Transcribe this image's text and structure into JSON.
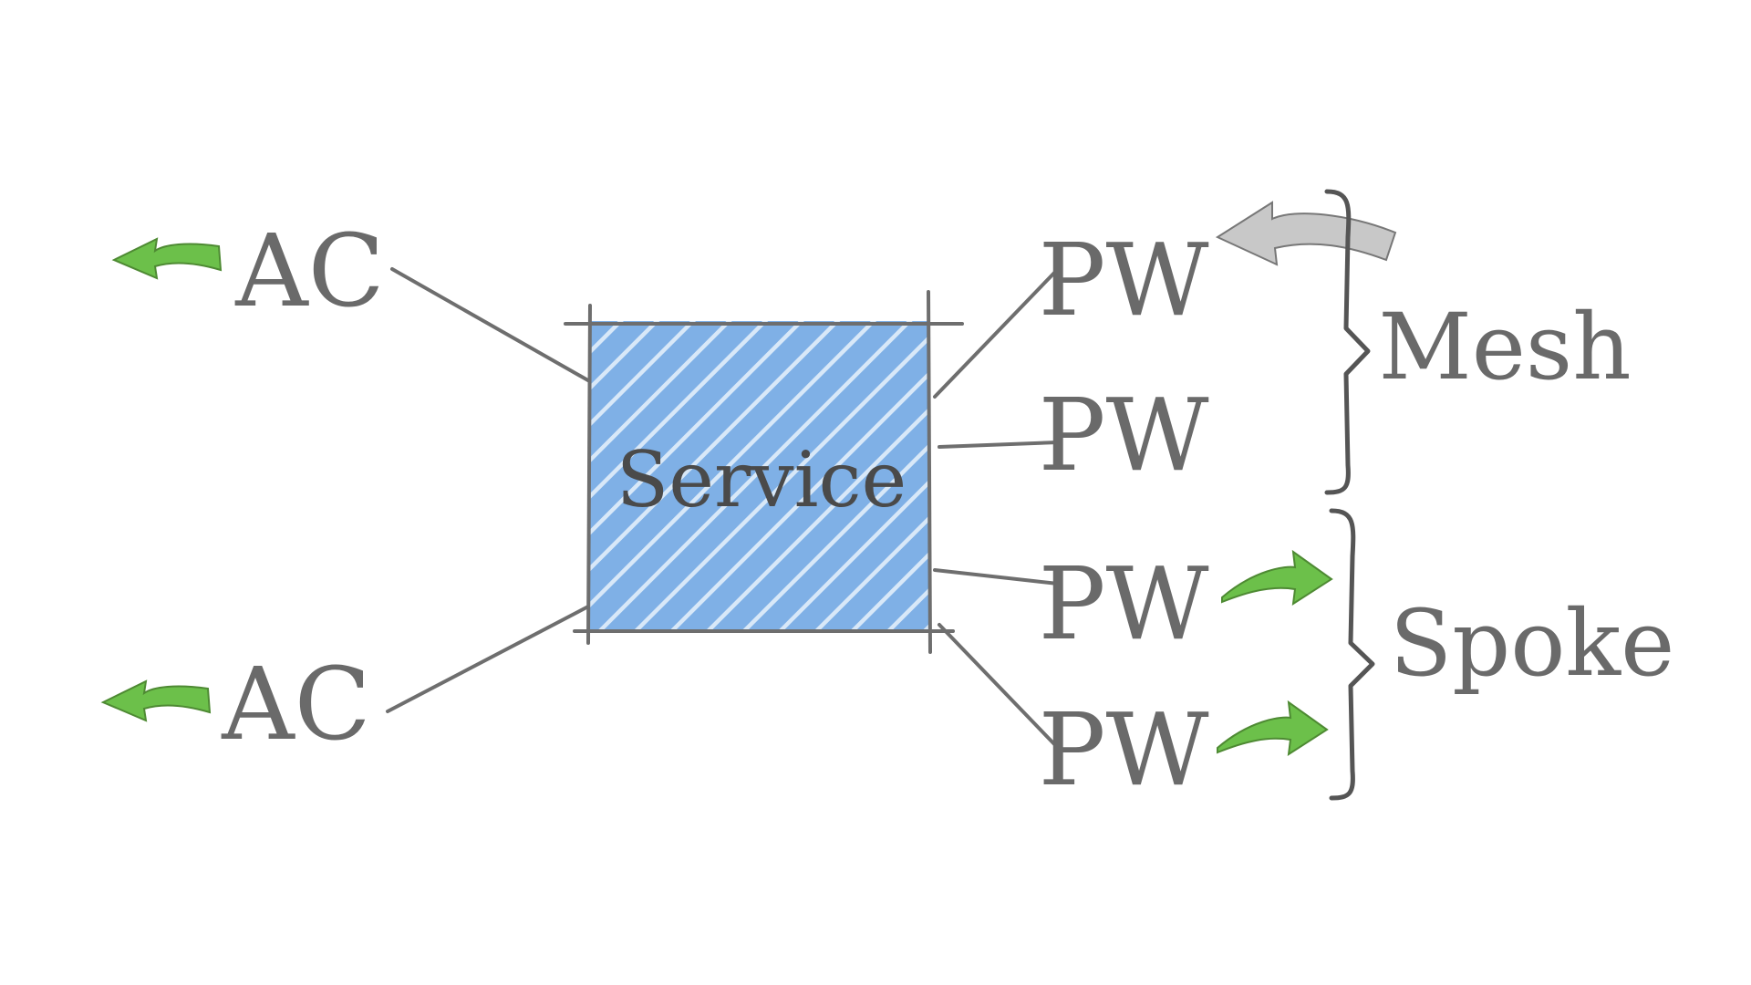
{
  "diagram": {
    "service": {
      "label": "Service",
      "fill_color": "#6aa3e0",
      "border_color": "#3a3a3a"
    },
    "attachment_circuits": [
      {
        "label": "AC",
        "arrow_direction": "left",
        "arrow_color": "#6cc04a"
      },
      {
        "label": "AC",
        "arrow_direction": "left",
        "arrow_color": "#6cc04a"
      }
    ],
    "pseudowires": [
      {
        "label": "PW",
        "group": "Mesh",
        "arrow_direction": "left",
        "arrow_color": "#9a9a9a"
      },
      {
        "label": "PW",
        "group": "Mesh",
        "arrow_direction": "none"
      },
      {
        "label": "PW",
        "group": "Spoke",
        "arrow_direction": "right",
        "arrow_color": "#6cc04a"
      },
      {
        "label": "PW",
        "group": "Spoke",
        "arrow_direction": "right",
        "arrow_color": "#6cc04a"
      }
    ],
    "groups": [
      {
        "label": "Mesh"
      },
      {
        "label": "Spoke"
      }
    ],
    "line_color": "#6e6e6e",
    "text_color": "#6a6a6a"
  }
}
